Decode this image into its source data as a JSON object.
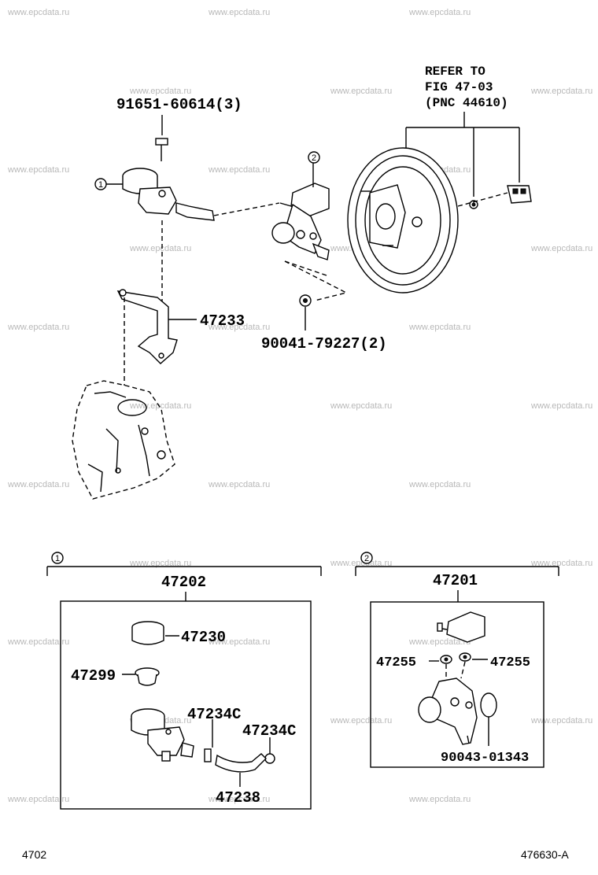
{
  "watermark": "www.epcdata.ru",
  "refer": {
    "line1": "REFER TO",
    "line2": "FIG 47-03",
    "line3": "(PNC 44610)"
  },
  "callouts": {
    "bolt": "91651-60614(3)",
    "bracket": "47233",
    "nut": "90041-79227(2)"
  },
  "group_markers": [
    "1",
    "2"
  ],
  "group1": {
    "title": "47202",
    "parts": {
      "cap": "47230",
      "strainer": "47299",
      "clip1": "47234C",
      "clip2": "47234C",
      "hose": "47238"
    }
  },
  "group2": {
    "title": "47201",
    "parts": {
      "grommet_left": "47255",
      "grommet_right": "47255",
      "oring": "90043-01343"
    }
  },
  "footer": {
    "left": "4702",
    "right": "476630-A"
  }
}
